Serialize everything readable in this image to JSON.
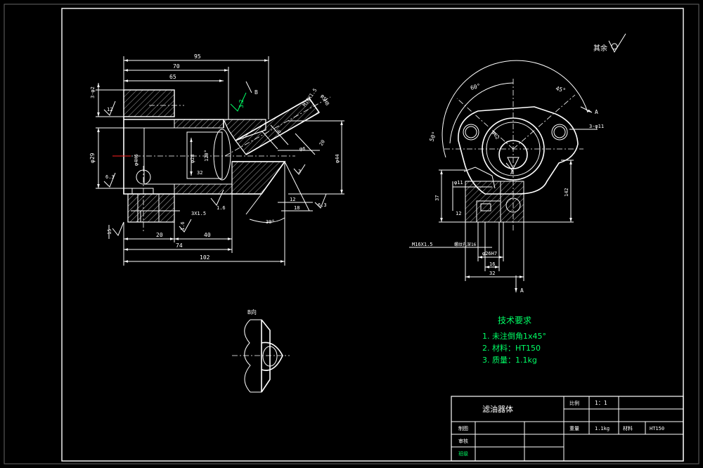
{
  "dims_left": {
    "d95": "95",
    "d70": "70",
    "d65": "65",
    "d3phi2": "3-φ2",
    "d12": "12",
    "d29": "φ29",
    "d63a": "6.3",
    "d4h": "φ4H6",
    "d28": "φ28",
    "d120": "120°",
    "d32": "32",
    "d3x15": "3X1.5",
    "d16": "1.6",
    "d20": "20",
    "d40": "40",
    "d74": "74",
    "d102": "102",
    "d15": "15",
    "d16b": "1.6",
    "dB": "B",
    "d32g": "3.2",
    "dm10": "M10X1.5",
    "d6a": "φ6",
    "d20b": "20",
    "d44": "φ44",
    "d12b": "12",
    "d18": "18",
    "d30": "30°",
    "d63b": "6.3",
    "d3b": "3",
    "d6b": "6",
    "d5h": "φ5H8"
  },
  "dims_right": {
    "rest_label": "其余",
    "a60": "60°",
    "a45": "45°",
    "a50": "50°",
    "d62": "φ62",
    "hole": "3-φ11",
    "secA1": "A",
    "d11": "φ11",
    "d37": "37",
    "d142": "142",
    "d12": "12",
    "m16": "M16X1.5",
    "thread_note": "螺纹孔深16",
    "d26": "φ26H7",
    "d16": "16",
    "d32": "32",
    "secA2": "A",
    "secA3": "A"
  },
  "view_b": {
    "label": "B向"
  },
  "tech_req": {
    "title": "技术要求",
    "items": [
      "1. 未注倒角1x45°",
      "2. 材料：HT150",
      "3. 质量：1.1kg"
    ]
  },
  "title_block": {
    "part_name": "滤油器体",
    "scale_label": "比例",
    "scale_value": "1：1",
    "weight_label": "重量",
    "weight_value": "1.1kg",
    "material_label": "材料",
    "material_value": "HT150",
    "design_label": "制图",
    "check_label": "审核",
    "school_label": "班级"
  }
}
